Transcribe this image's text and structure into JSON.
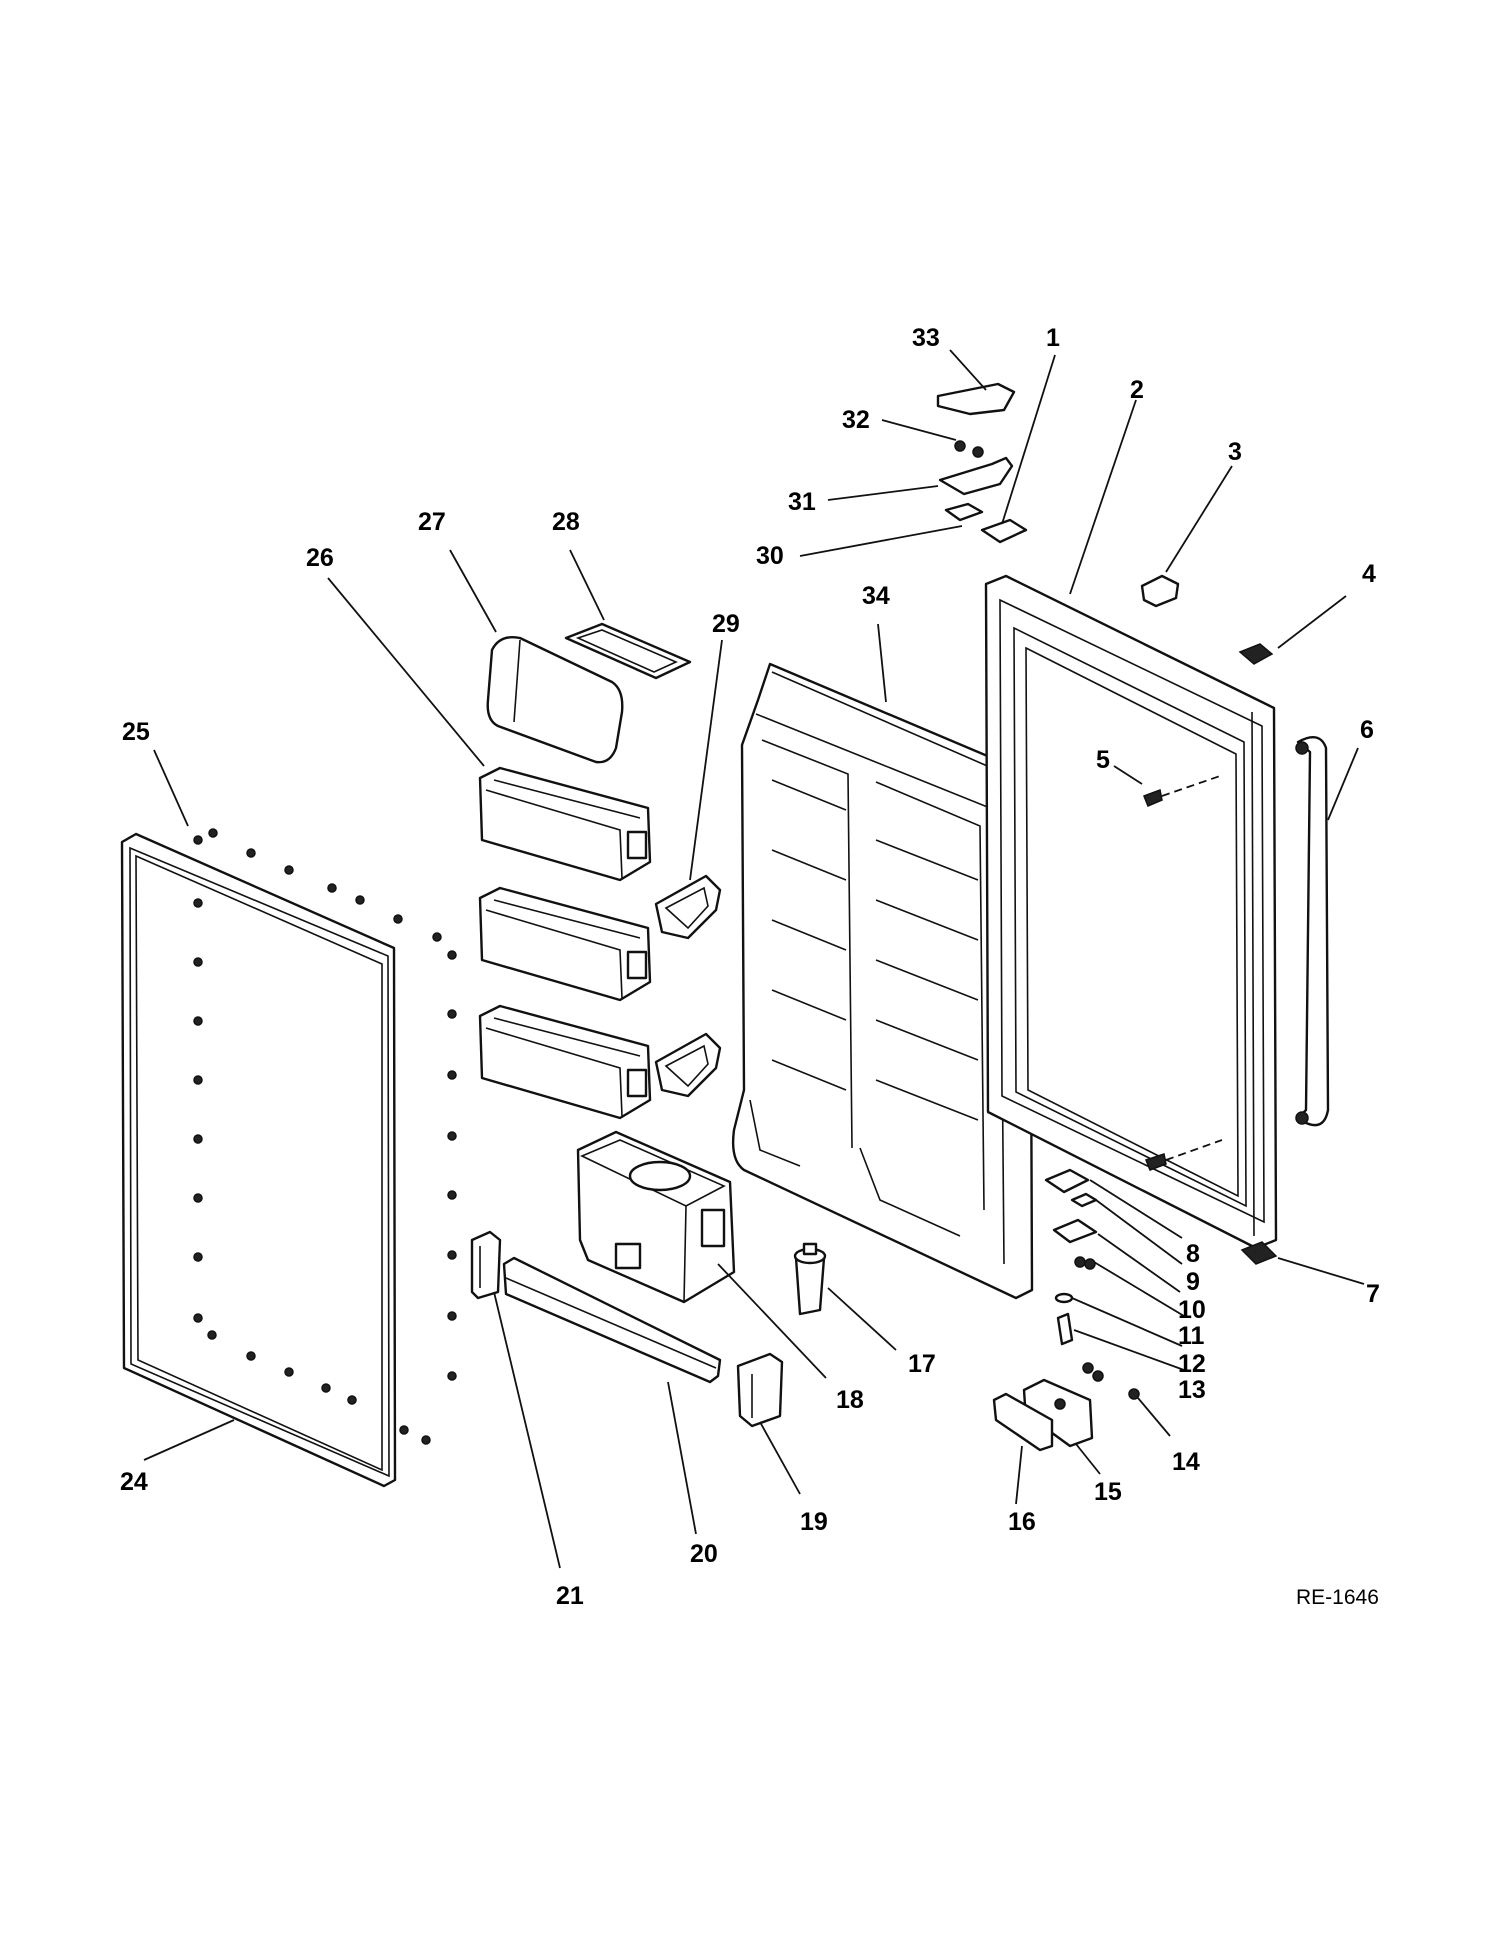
{
  "diagram": {
    "reference_code": "RE-1646",
    "callouts": [
      {
        "id": "1",
        "label": "1"
      },
      {
        "id": "2",
        "label": "2"
      },
      {
        "id": "3",
        "label": "3"
      },
      {
        "id": "4",
        "label": "4"
      },
      {
        "id": "5",
        "label": "5"
      },
      {
        "id": "6",
        "label": "6"
      },
      {
        "id": "7",
        "label": "7"
      },
      {
        "id": "8",
        "label": "8"
      },
      {
        "id": "9",
        "label": "9"
      },
      {
        "id": "10",
        "label": "10"
      },
      {
        "id": "11",
        "label": "11"
      },
      {
        "id": "12",
        "label": "12"
      },
      {
        "id": "13",
        "label": "13"
      },
      {
        "id": "14",
        "label": "14"
      },
      {
        "id": "15",
        "label": "15"
      },
      {
        "id": "16",
        "label": "16"
      },
      {
        "id": "17",
        "label": "17"
      },
      {
        "id": "18",
        "label": "18"
      },
      {
        "id": "19",
        "label": "19"
      },
      {
        "id": "20",
        "label": "20"
      },
      {
        "id": "21",
        "label": "21"
      },
      {
        "id": "24",
        "label": "24"
      },
      {
        "id": "25",
        "label": "25"
      },
      {
        "id": "26",
        "label": "26"
      },
      {
        "id": "27",
        "label": "27"
      },
      {
        "id": "28",
        "label": "28"
      },
      {
        "id": "29",
        "label": "29"
      },
      {
        "id": "30",
        "label": "30"
      },
      {
        "id": "31",
        "label": "31"
      },
      {
        "id": "32",
        "label": "32"
      },
      {
        "id": "33",
        "label": "33"
      },
      {
        "id": "34",
        "label": "34"
      }
    ]
  }
}
